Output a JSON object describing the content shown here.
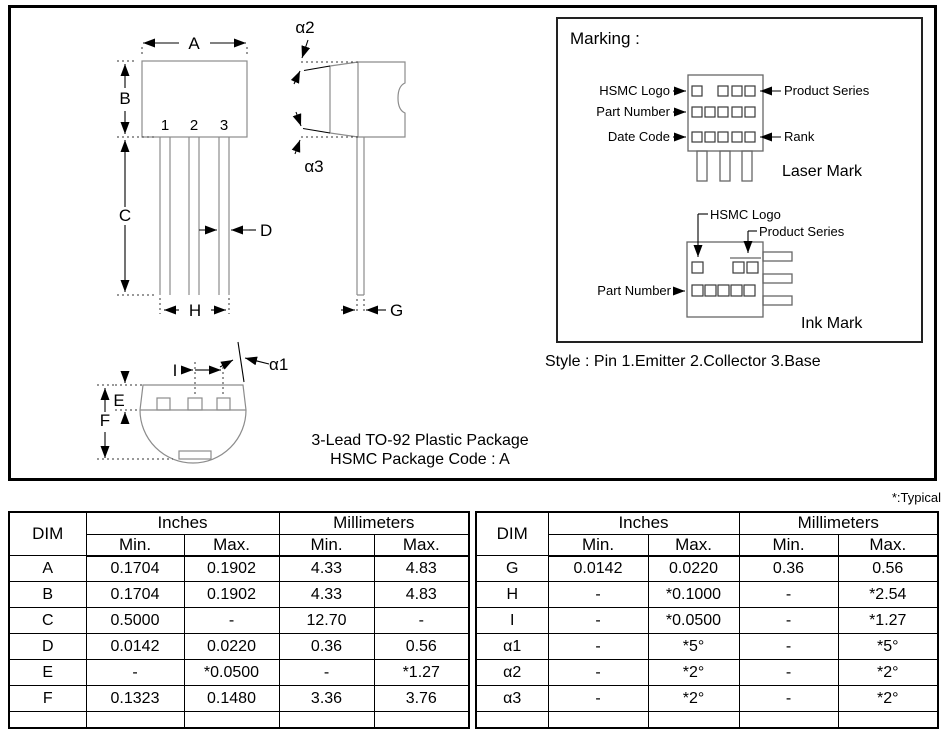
{
  "colors": {
    "background": "#ffffff",
    "line": "#000000",
    "outline_gray": "#8c8c8c"
  },
  "drawing": {
    "front_view": {
      "pins": [
        "1",
        "2",
        "3"
      ],
      "dims": {
        "A": "A",
        "B": "B",
        "C": "C",
        "D": "D",
        "H": "H"
      }
    },
    "side_view": {
      "dims": {
        "G": "G"
      },
      "angles": {
        "a2": "α2",
        "a3": "α3"
      }
    },
    "bottom_view": {
      "dims": {
        "E": "E",
        "F": "F",
        "I": "I"
      },
      "angles": {
        "a1": "α1"
      }
    },
    "caption_line1": "3-Lead TO-92 Plastic Package",
    "caption_line2": "HSMC Package Code : A"
  },
  "marking": {
    "title": "Marking :",
    "laser": {
      "left_labels": [
        "HSMC Logo",
        "Part Number",
        "Date Code"
      ],
      "right_labels": [
        "Product Series",
        "Rank"
      ],
      "caption": "Laser Mark"
    },
    "ink": {
      "top_labels": [
        "HSMC Logo",
        "Product Series"
      ],
      "left_label": "Part Number",
      "caption": "Ink Mark"
    }
  },
  "style_note": "Style : Pin 1.Emitter 2.Collector 3.Base",
  "typical_note": "*:Typical",
  "tables": {
    "headers": {
      "dim": "DIM",
      "inches": "Inches",
      "millimeters": "Millimeters",
      "min": "Min.",
      "max": "Max."
    },
    "left_rows": [
      [
        "A",
        "0.1704",
        "0.1902",
        "4.33",
        "4.83"
      ],
      [
        "B",
        "0.1704",
        "0.1902",
        "4.33",
        "4.83"
      ],
      [
        "C",
        "0.5000",
        "-",
        "12.70",
        "-"
      ],
      [
        "D",
        "0.0142",
        "0.0220",
        "0.36",
        "0.56"
      ],
      [
        "E",
        "-",
        "*0.0500",
        "-",
        "*1.27"
      ],
      [
        "F",
        "0.1323",
        "0.1480",
        "3.36",
        "3.76"
      ]
    ],
    "right_rows": [
      [
        "G",
        "0.0142",
        "0.0220",
        "0.36",
        "0.56"
      ],
      [
        "H",
        "-",
        "*0.1000",
        "-",
        "*2.54"
      ],
      [
        "I",
        "-",
        "*0.0500",
        "-",
        "*1.27"
      ],
      [
        "α1",
        "-",
        "*5°",
        "-",
        "*5°"
      ],
      [
        "α2",
        "-",
        "*2°",
        "-",
        "*2°"
      ],
      [
        "α3",
        "-",
        "*2°",
        "-",
        "*2°"
      ]
    ]
  }
}
